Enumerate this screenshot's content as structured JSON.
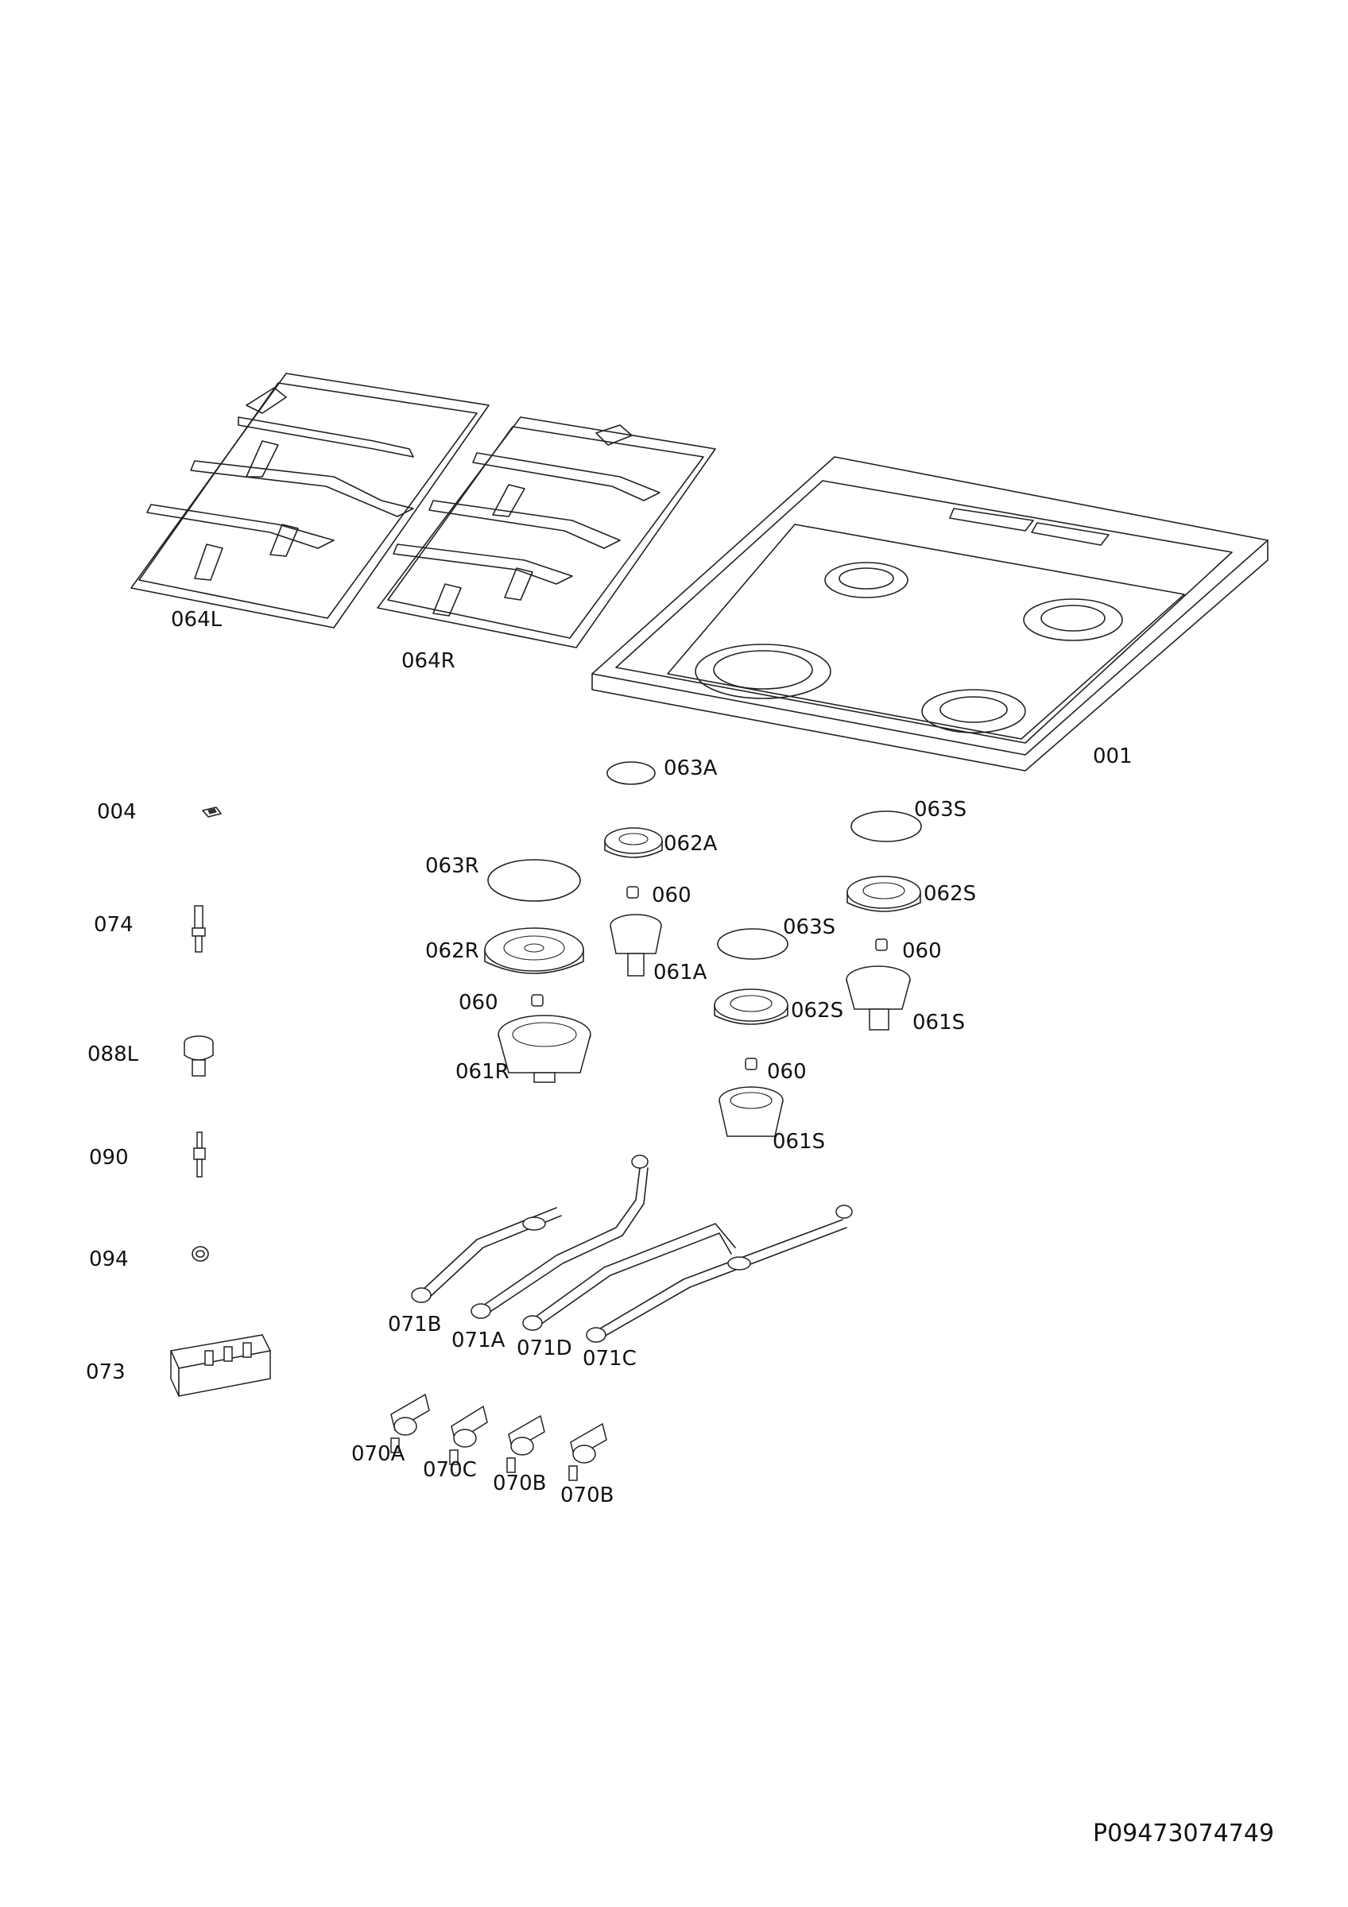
{
  "labels": {
    "l064L": "064L",
    "l064R": "064R",
    "l001": "001",
    "l063A": "063A",
    "l062A": "062A",
    "l060a": "060",
    "l061A": "061A",
    "l063R": "063R",
    "l062R": "062R",
    "l060b": "060",
    "l061R": "061R",
    "l063S1": "063S",
    "l062S1": "062S",
    "l060c": "060",
    "l061S1": "061S",
    "l063S2": "063S",
    "l062S2": "062S",
    "l060d": "060",
    "l061S2": "061S",
    "l004": "004",
    "l074": "074",
    "l088L": "088L",
    "l090": "090",
    "l094": "094",
    "l073": "073",
    "l071B": "071B",
    "l071A": "071A",
    "l071D": "071D",
    "l071C": "071C",
    "l070A": "070A",
    "l070C": "070C",
    "l070B1": "070B",
    "l070B2": "070B"
  },
  "footer": {
    "drawing_code": "P09473074749"
  }
}
